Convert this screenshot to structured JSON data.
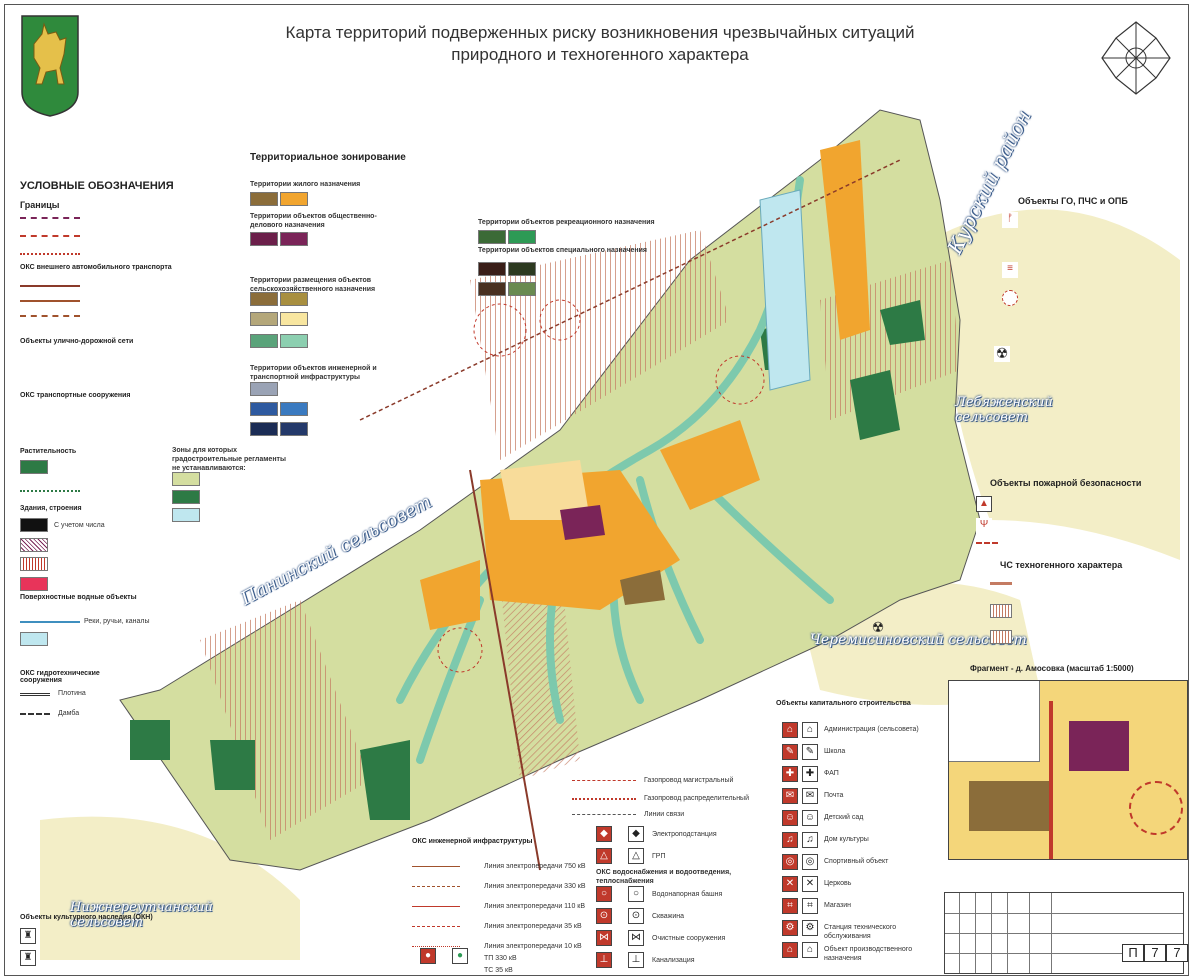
{
  "title": {
    "line1": "Карта территорий подверженных риску возникновения чрезвычайных ситуаций",
    "line2": "природного и техногенного характера"
  },
  "regions": {
    "kursky": "Курский район",
    "lebyazhensky": "Лебяженский сельсовет",
    "panino": "Панинский сельсовет",
    "cheremisinovsky": "Черемисиновский сельсовет",
    "nizhnereutchansky": "Нижнереутчанский сельсовет"
  },
  "legend": {
    "heading": "УСЛОВНЫЕ ОБОЗНАЧЕНИЯ",
    "sections": {
      "borders": "Границы",
      "transport": "ОКС внешнего автомобильного транспорта",
      "streets": "Объекты улично-дорожной сети",
      "transport_structures": "ОКС транспортные сооружения",
      "vegetation": "Растительность",
      "buildings": "Здания, строения",
      "water": "Поверхностные водные объекты",
      "hydro": "ОКС гидротехнические сооружения",
      "cultural": "Объекты культурного наследия (ОКН)"
    },
    "items": {
      "buildings_fire": "С учетом числа",
      "water_river": "Реки, ручьи, каналы",
      "hydro_dam": "Плотина",
      "hydro_dike": "Дамба"
    }
  },
  "zoning": {
    "heading": "Территориальное зонирование",
    "residential": "Территории жилого назначения",
    "public": "Территории объектов общественно-делового назначения",
    "agricultural": "Территории размещения объектов сельскохозяйственного назначения",
    "engineering": "Территории объектов инженерной и транспортной инфраструктуры",
    "special": "Территории объектов специального назначения",
    "recreation": "Территории объектов рекреационного назначения",
    "no_regulation": "Зоны для которых градостроительные регламенты не устанавливаются:"
  },
  "go_legend": {
    "heading": "Объекты ГО, ПЧС и ОПБ",
    "fire_heading": "Объекты пожарной безопасности",
    "tech_heading": "ЧС техногенного характера"
  },
  "engineering_legend": {
    "heading": "ОКС инженерной инфраструктуры",
    "items": [
      "Линия электропередачи 750 кВ",
      "Линия электропередачи 330 кВ",
      "Линия электропередачи 110 кВ",
      "Линия электропередачи 35 кВ",
      "Линия электропередачи 10 кВ"
    ],
    "substations": [
      "ТП 330 кВ",
      "ТС 35 кВ"
    ],
    "gas": [
      "Газопровод магистральный",
      "Газопровод распределительный",
      "Линии связи"
    ],
    "water_heading": "ОКС водоснабжения и водоотведения, теплоснабжения",
    "water_items": [
      "Электроподстанция",
      "ГРП",
      "Водонапорная башня",
      "Скважина",
      "Очистные сооружения",
      "Канализация"
    ]
  },
  "capital_legend": {
    "heading": "Объекты капитального строительства",
    "items": [
      "Администрация (сельсовета)",
      "Школа",
      "ФАП",
      "Почта",
      "Детский сад",
      "Дом культуры",
      "Спортивный объект",
      "Церковь",
      "Магазин",
      "Станция технического обслуживания",
      "Объект производственного назначения"
    ]
  },
  "fragment": {
    "title": "Фрагмент - д. Амосовка (масштаб 1:5000)"
  },
  "stamp": {
    "numbers": [
      "П",
      "7",
      "7"
    ]
  },
  "colors": {
    "residential": "#f1a52f",
    "agricultural": "#d4dea0",
    "forest": "#2d7a45",
    "water": "#bfe7ef",
    "stream": "#7dc9ad",
    "public": "#7a2458",
    "hatch": "#c47b62"
  }
}
